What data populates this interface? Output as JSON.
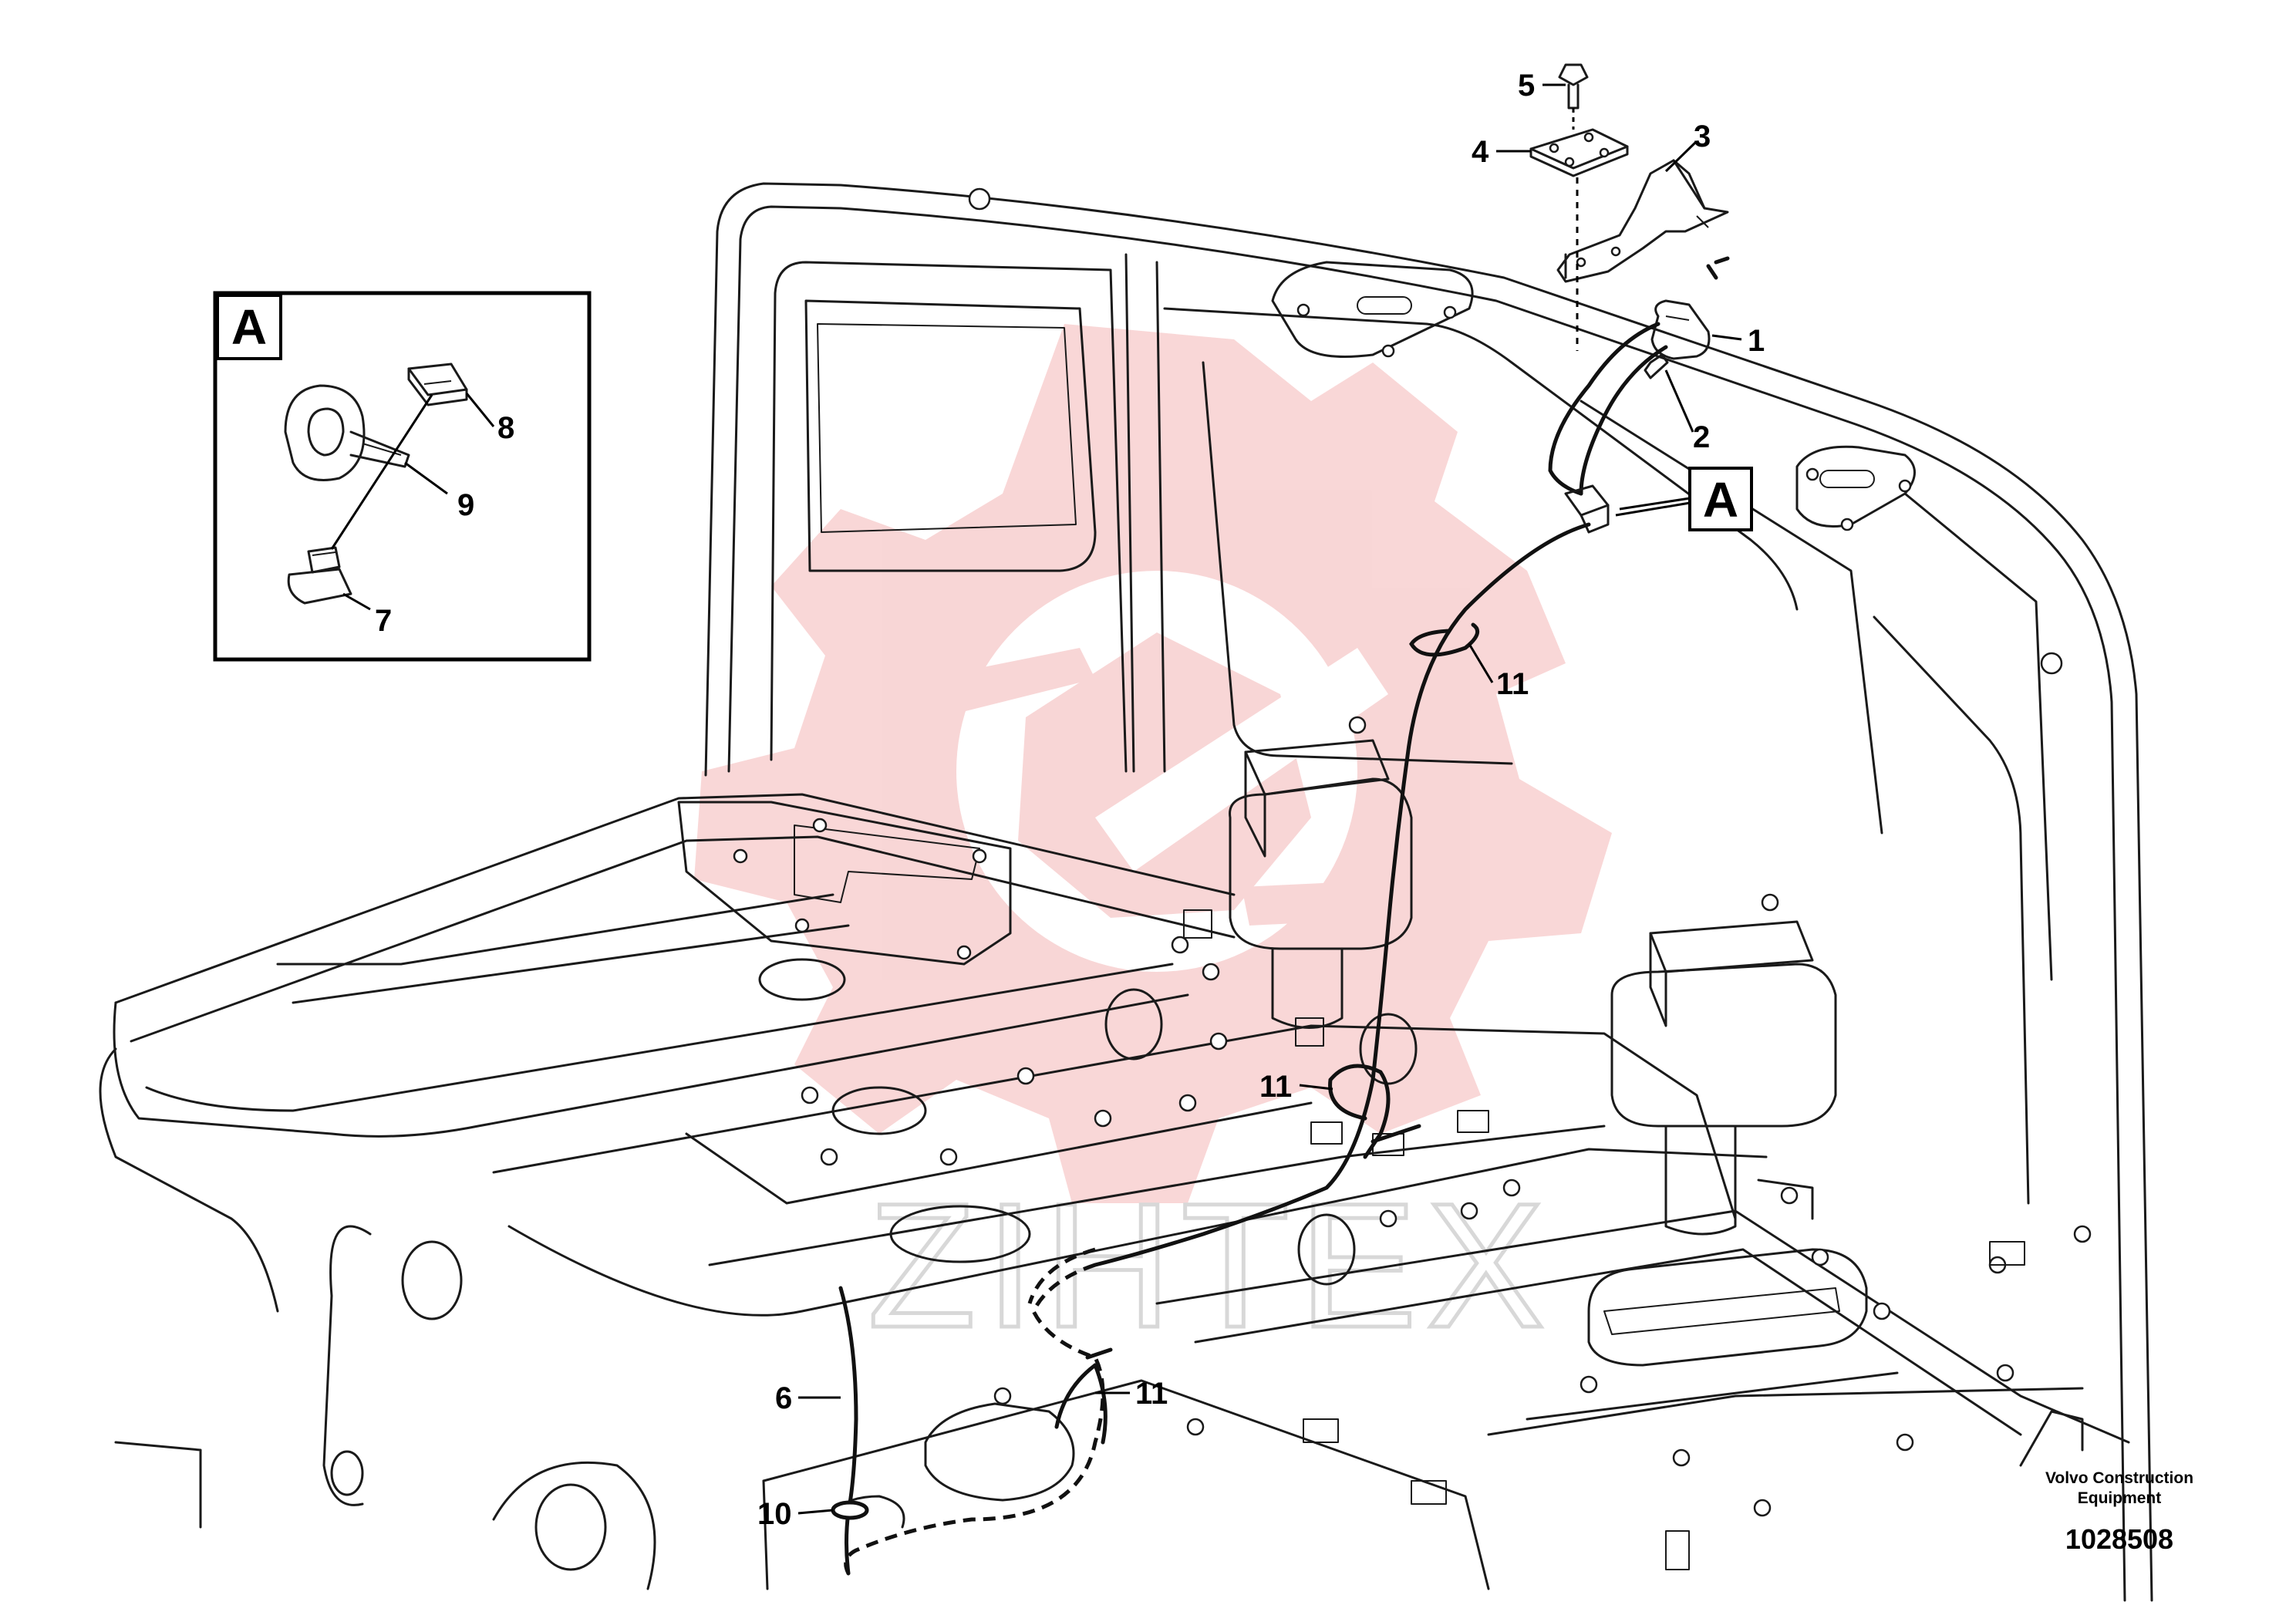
{
  "figure": {
    "detail_label": "A",
    "credit_line1": "Volvo Construction",
    "credit_line2": "Equipment",
    "document_number": "1028508",
    "watermark_text": "ZIHTEX",
    "watermark_color": "#f4b6b6"
  },
  "callouts": {
    "c1": "1",
    "c2": "2",
    "c3": "3",
    "c4": "4",
    "c5": "5",
    "c6": "6",
    "c7": "7",
    "c8": "8",
    "c9": "9",
    "c10": "10",
    "c11a": "11",
    "c11b": "11",
    "c11c": "11"
  }
}
